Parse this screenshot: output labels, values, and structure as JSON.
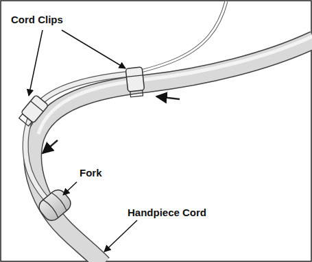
{
  "diagram": {
    "labels": [
      "Cord Clips",
      "Fork",
      "Handpiece Cord"
    ]
  }
}
